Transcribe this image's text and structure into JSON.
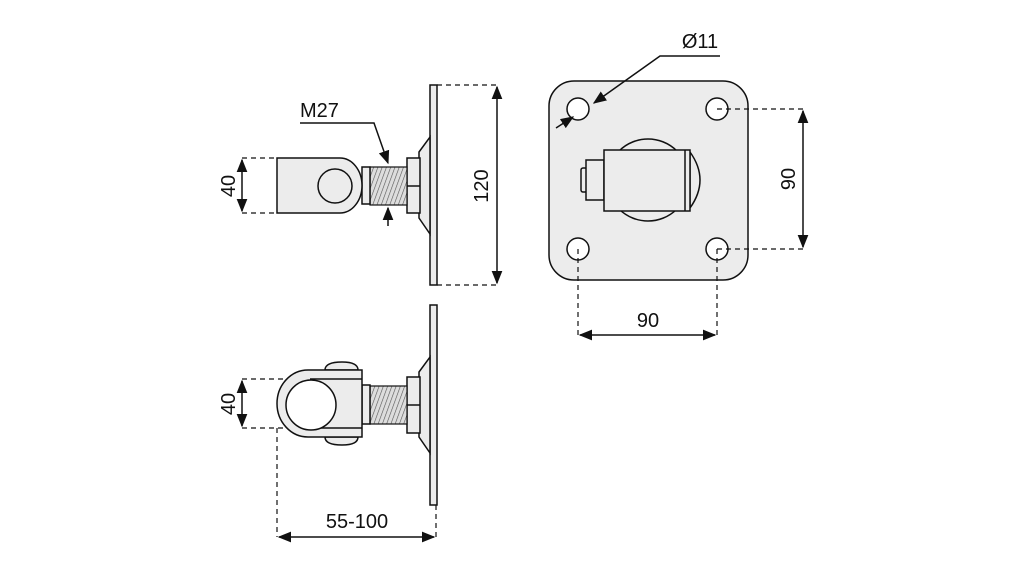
{
  "title": "Gate hinge with adjustable eye bolt and mounting plate",
  "labels": {
    "thread": "M27",
    "eye_height_top": "40",
    "plate_height": "120",
    "eye_height_bottom": "40",
    "adjust_range": "55-100",
    "hole_diameter": "Ø11",
    "hole_spacing_vertical": "90",
    "hole_spacing_horizontal": "90"
  }
}
